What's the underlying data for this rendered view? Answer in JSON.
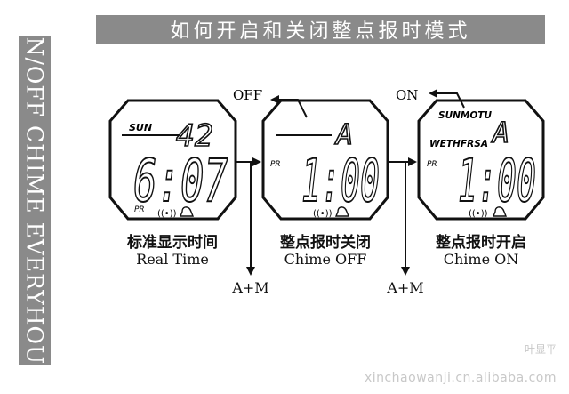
{
  "side_banner": {
    "text": "ON/OFF CHIME EVERYHOUR"
  },
  "title": "如何开启和关闭整点报时模式",
  "screens": [
    {
      "id": "real-time",
      "top_label": "SUN",
      "small_digits": "42",
      "time": "6:07",
      "pr": "PR",
      "caption_cn": "标准显示时间",
      "caption_en": "Real Time"
    },
    {
      "id": "chime-off",
      "mode_letter": "A",
      "time": "1:00",
      "pr": "PR",
      "caption_cn": "整点报时关闭",
      "caption_en": "Chime OFF",
      "indicator": "OFF"
    },
    {
      "id": "chime-on",
      "days_row1": "SUNMOTU",
      "days_row2": "WETHFRSA",
      "mode_letter": "A",
      "time": "1:00",
      "pr": "PR",
      "caption_cn": "整点报时开启",
      "caption_en": "Chime ON",
      "indicator": "ON"
    }
  ],
  "buttons": [
    "A+M",
    "A+M"
  ],
  "watermark": {
    "shop": "叶显平",
    "url": "xinchaowanji.cn.alibaba.com"
  }
}
